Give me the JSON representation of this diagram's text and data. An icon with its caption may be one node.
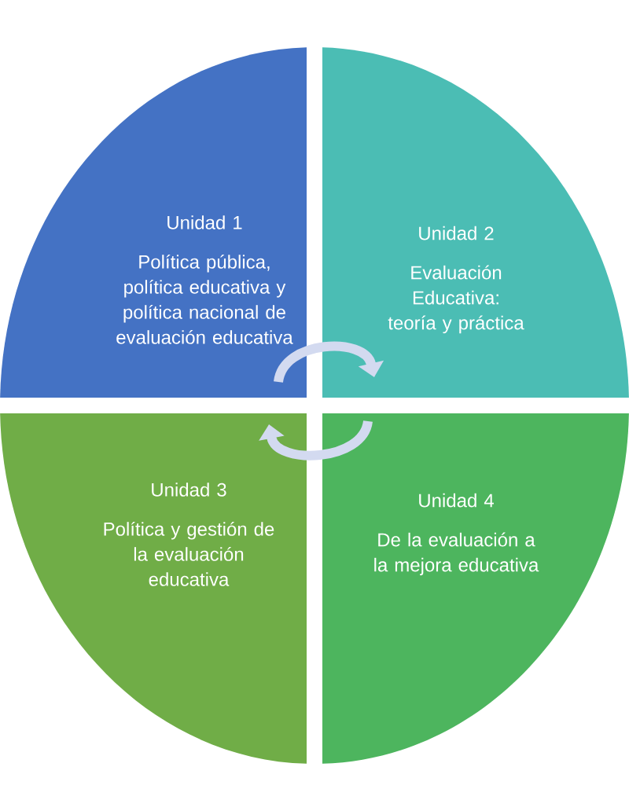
{
  "diagram": {
    "nodes": [
      {
        "text": [
          "Unidad 1",
          "Política pública, política educativa y política nacional de evaluación educativa"
        ]
      },
      {
        "text": [
          "Unidad 2",
          "Evaluación Educativa: teoría y práctica"
        ]
      },
      {
        "text": [
          "Unidad 3",
          "Política y gestión de la evaluación educativa"
        ]
      },
      {
        "text": [
          "Unidad 4",
          "De la evaluación a la mejora educativa"
        ]
      }
    ],
    "edges": [
      {
        "from": 0,
        "to": 1,
        "arrow": "to"
      },
      {
        "from": 3,
        "to": 2,
        "arrow": "to"
      }
    ]
  }
}
